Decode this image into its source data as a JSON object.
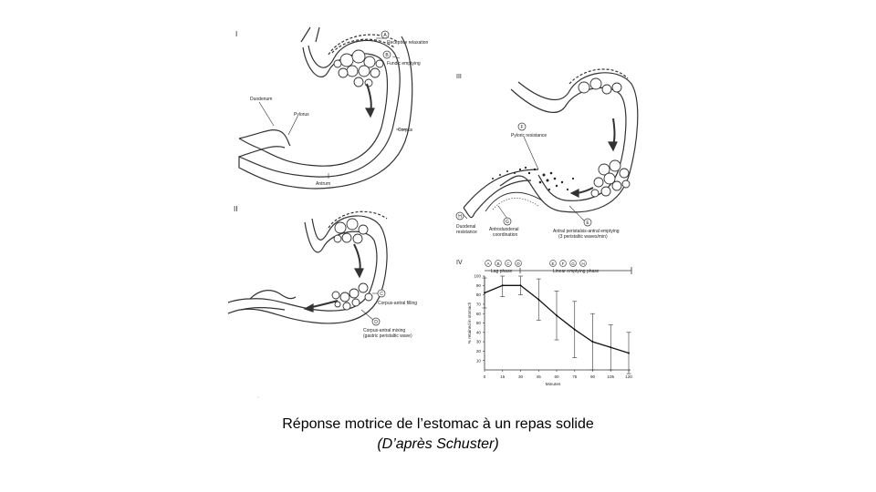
{
  "caption": {
    "title": "Réponse motrice de l’estomac à un repas solide",
    "source": "(D’après Schuster)"
  },
  "panels": {
    "p1": {
      "numeral": "I",
      "labels": {
        "A": "A",
        "A_text": "Receptive relaxation",
        "B": "B",
        "B_text": "Fundic emptying",
        "duodenum": "Duodenum",
        "pylorus": "Pylorus",
        "corpus": "Corpus",
        "antrum": "Antrum"
      }
    },
    "p2": {
      "numeral": "II",
      "labels": {
        "C": "C",
        "C_text": "Corpus-antral filling",
        "D": "D",
        "D_text1": "Corpus-antral mixing",
        "D_text2": "(gastric peristaltic wave)"
      }
    },
    "p3": {
      "numeral": "III",
      "labels": {
        "F": "F",
        "F_text": "Pyloric resistance",
        "H": "H",
        "H_text1": "Duodenal",
        "H_text2": "resistance",
        "G": "G",
        "G_text1": "Antroduodenal",
        "G_text2": "coordination",
        "E": "E",
        "E_text1": "Antral peristalsis-antral emptying",
        "E_text2": "(3 peristaltic waves/min)"
      }
    },
    "p4": {
      "numeral": "IV",
      "phase_letters_lag": [
        "A",
        "B",
        "C",
        "D"
      ],
      "phase_letters_linear": [
        "E",
        "F",
        "G",
        "H"
      ],
      "lag_label": "Lag phase",
      "linear_label": "Linear emptying phase"
    }
  },
  "chart_data": {
    "type": "line",
    "x": [
      0,
      15,
      30,
      45,
      60,
      75,
      90,
      105,
      120
    ],
    "series": [
      {
        "values": [
          82,
          90,
          90,
          75,
          58,
          43,
          30,
          24,
          18
        ],
        "error": [
          16,
          12,
          10,
          22,
          26,
          30,
          30,
          24,
          22
        ]
      }
    ],
    "xlabel": "Minutes",
    "ylabel": "% retained in stomach",
    "xlim": [
      0,
      120
    ],
    "ylim": [
      0,
      100
    ],
    "xticks": [
      0,
      15,
      30,
      45,
      60,
      75,
      90,
      105,
      120
    ],
    "yticks": [
      10,
      20,
      30,
      40,
      50,
      60,
      70,
      80,
      90,
      100
    ],
    "grid": false
  }
}
